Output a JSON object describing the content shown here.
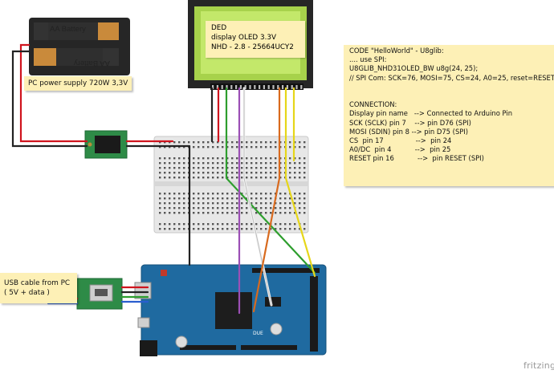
{
  "code_note": {
    "lines": [
      "CODE \"HelloWorld\" - U8glib:",
      ".... use SPI:",
      "U8GLIB_NHD31OLED_BW u8g(24, 25);",
      "// SPI Com: SCK=76, MOSI=75, CS=24, A0=25, reset=RESET",
      "",
      "",
      "CONNECTION:",
      "Display pin name   --> Connected to Arduino Pin",
      "SCK (SCLK) pin 7    --> pin D76 (SPI)",
      "MOSI (SDIN) pin 8 --> pin D75 (SPI)",
      "CS  pin 17               -->  pin 24",
      "A0/DC  pin 4           -->  pin 25",
      "RESET pin 16           -->  pin RESET (SPI)"
    ]
  },
  "display_note": {
    "lines": [
      "DED",
      "display OLED 3.3V",
      "NHD - 2.8 - 25664UCY2"
    ]
  },
  "battery": {
    "label_top": "AA Battery",
    "label_bottom": "AA Battery"
  },
  "power_note": {
    "text": "PC power supply 720W 3,3V"
  },
  "usb_note": {
    "lines": [
      "USB cable from PC",
      "( 5V + data )"
    ]
  },
  "arduino": {
    "model_label": "DUE"
  },
  "watermark": {
    "text": "fritzing"
  },
  "colors": {
    "wire_red": "#d0141e",
    "wire_black": "#222222",
    "wire_green": "#2e9e2e",
    "wire_purple": "#9b4fb5",
    "wire_orange": "#d86a1e",
    "wire_yellow": "#e6d619",
    "wire_white": "#f4f4f4",
    "board_blue": "#1f6aa0",
    "lcd_green": "#b9e35a",
    "note_yellow": "#fdf0b6"
  }
}
